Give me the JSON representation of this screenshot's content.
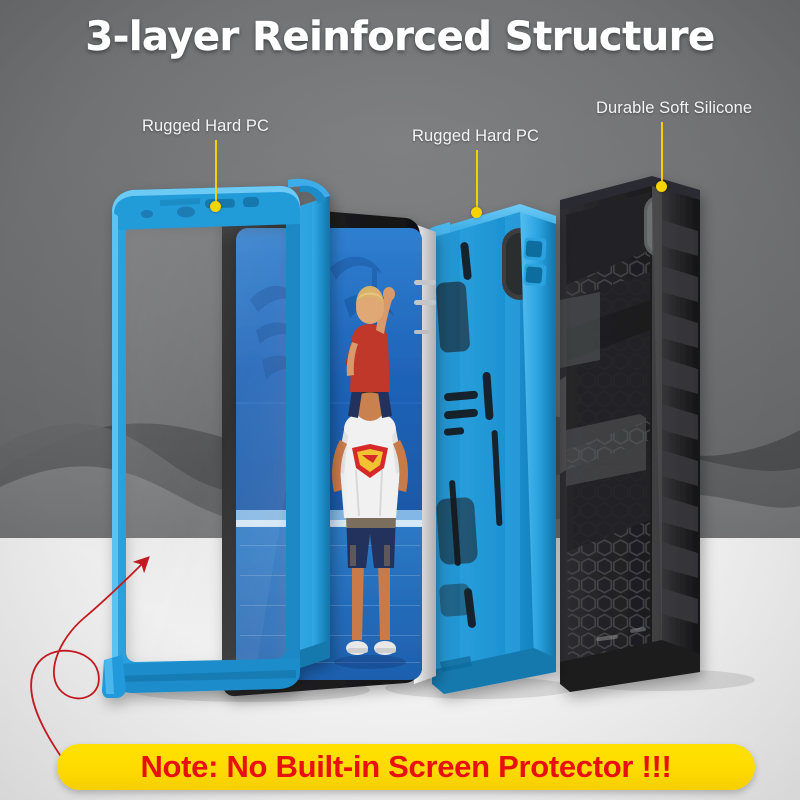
{
  "title": "3-layer Reinforced Structure",
  "callouts": [
    {
      "label": "Rugged Hard PC",
      "target": "front-bezel-frame"
    },
    {
      "label": "Rugged Hard PC",
      "target": "middle-hard-shell"
    },
    {
      "label": "Durable Soft Silicone",
      "target": "outer-silicone-cover"
    }
  ],
  "note": {
    "text": "Note: No Built-in Screen Protector !!!",
    "background_color": "#ffdc00",
    "text_color": "#e8110f"
  },
  "colors": {
    "background_gray": "#6f7072",
    "hill_dark": "#4b4c4e",
    "hill_mid": "#5e5f61",
    "hill_light": "#7a7b7d",
    "floor_white": "#f2f2f2",
    "case_blue": "#1f95d4",
    "case_blue_dark": "#1478ae",
    "case_blue_light": "#46b2e8",
    "silicone_black": "#1d1d1f",
    "silicone_black_light": "#37373a",
    "device_silver": "#d8d8da",
    "screen_blue": "#1d63b8",
    "leader_yellow": "#f4d000",
    "arrow_red": "#c21a20",
    "title_white": "#ffffff"
  },
  "layers": [
    {
      "name": "front-bezel-frame",
      "material": "Rugged Hard PC",
      "color": "#1f95d4"
    },
    {
      "name": "tablet-device",
      "material": "Tablet",
      "color": "#d8d8da"
    },
    {
      "name": "middle-hard-shell",
      "material": "Rugged Hard PC",
      "color": "#1f95d4"
    },
    {
      "name": "outer-silicone-cover",
      "material": "Durable Soft Silicone",
      "color": "#1d1d1f"
    }
  ],
  "screen_content": {
    "description": "Child on adult shoulders at a blue sports court",
    "shirt_color": "#f0f0f0",
    "child_shirt_color": "#c0392b",
    "court_color": "#1f6fc4",
    "logo": "superman-emblem"
  }
}
